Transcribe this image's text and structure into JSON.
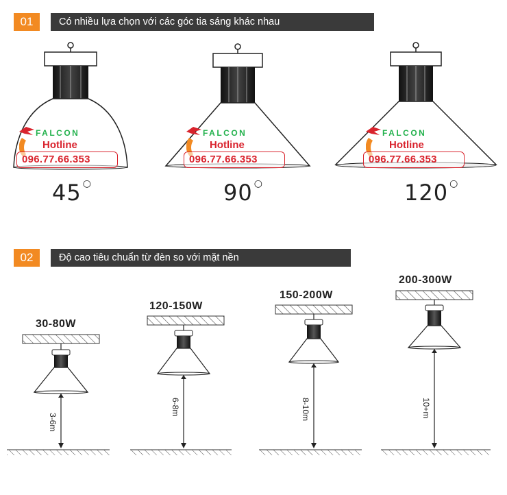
{
  "section1": {
    "number": "01",
    "title": "Có nhiều lựa chọn với các góc tia sáng khác nhau",
    "lamps": [
      {
        "angle": "45"
      },
      {
        "angle": "90"
      },
      {
        "angle": "120"
      }
    ]
  },
  "watermark": {
    "brand": "FALCON",
    "hotline_label": "Hotline",
    "phone": "096.77.66.353"
  },
  "section2": {
    "number": "02",
    "title": "Độ cao tiêu chuẩn từ đèn so với mặt nền",
    "items": [
      {
        "wattage": "30-80W",
        "height": "3-6m"
      },
      {
        "wattage": "120-150W",
        "height": "6-8m"
      },
      {
        "wattage": "150-200W",
        "height": "8-10m"
      },
      {
        "wattage": "200-300W",
        "height": "10+m"
      }
    ]
  },
  "colors": {
    "accent": "#f28a22",
    "bar": "#3a3a3a",
    "brand_green": "#22b14c",
    "hotline_red": "#d9232d"
  },
  "icons": [
    "degree-symbol",
    "falcon-logo-icon",
    "phone-icon",
    "down-arrow-icon",
    "up-arrow-icon"
  ]
}
